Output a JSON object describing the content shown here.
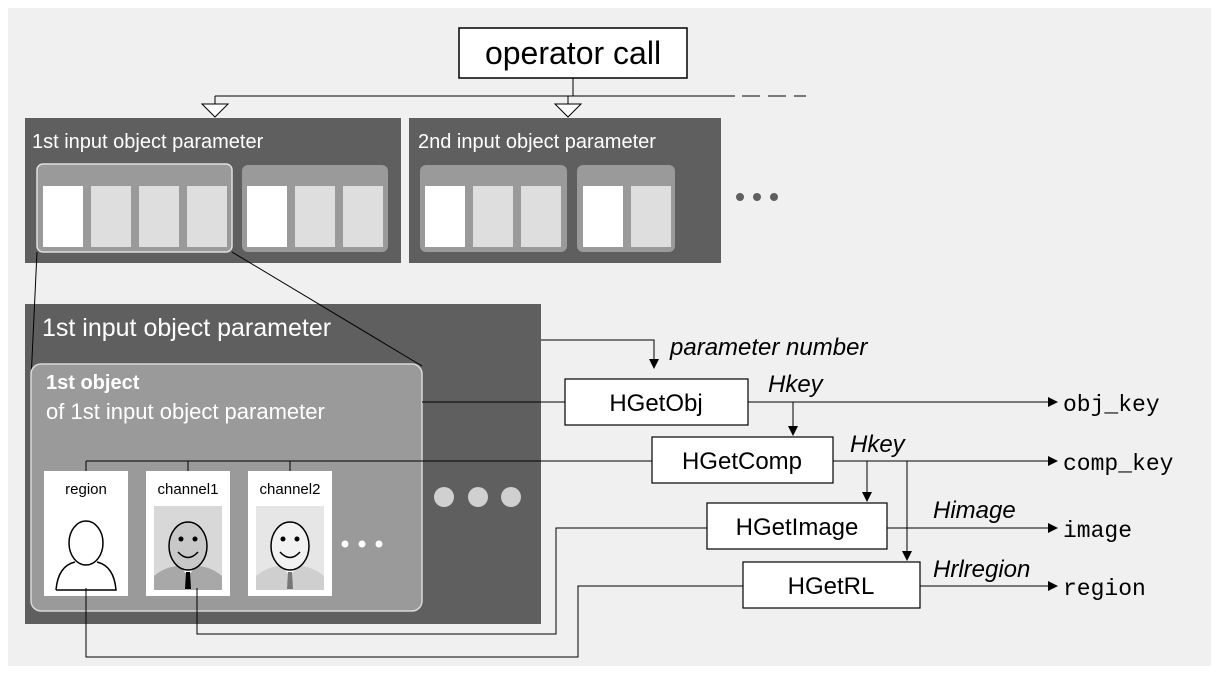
{
  "diagram": {
    "operator_call": "operator call",
    "top_params": [
      {
        "title": "1st input object parameter"
      },
      {
        "title": "2nd input object parameter"
      }
    ],
    "detail_param_title": "1st input object parameter",
    "object_title": "1st object",
    "object_subtitle": "of 1st input object parameter",
    "components": [
      "region",
      "channel1",
      "channel2"
    ],
    "functions": {
      "get_obj": "HGetObj",
      "get_comp": "HGetComp",
      "get_image": "HGetImage",
      "get_rl": "HGetRL"
    },
    "edge_labels": {
      "parameter_number": "parameter number",
      "hkey_1": "Hkey",
      "hkey_2": "Hkey",
      "himage": "Himage",
      "hrlregion": "Hrlregion"
    },
    "outputs": {
      "obj_key": "obj_key",
      "comp_key": "comp_key",
      "image": "image",
      "region": "region"
    },
    "colors": {
      "background": "#f0f0f0",
      "panel_dark": "#5f5f5f",
      "panel_mid": "#9a9a9a",
      "slot_light": "#dedede",
      "white": "#ffffff",
      "line": "#000000"
    }
  }
}
